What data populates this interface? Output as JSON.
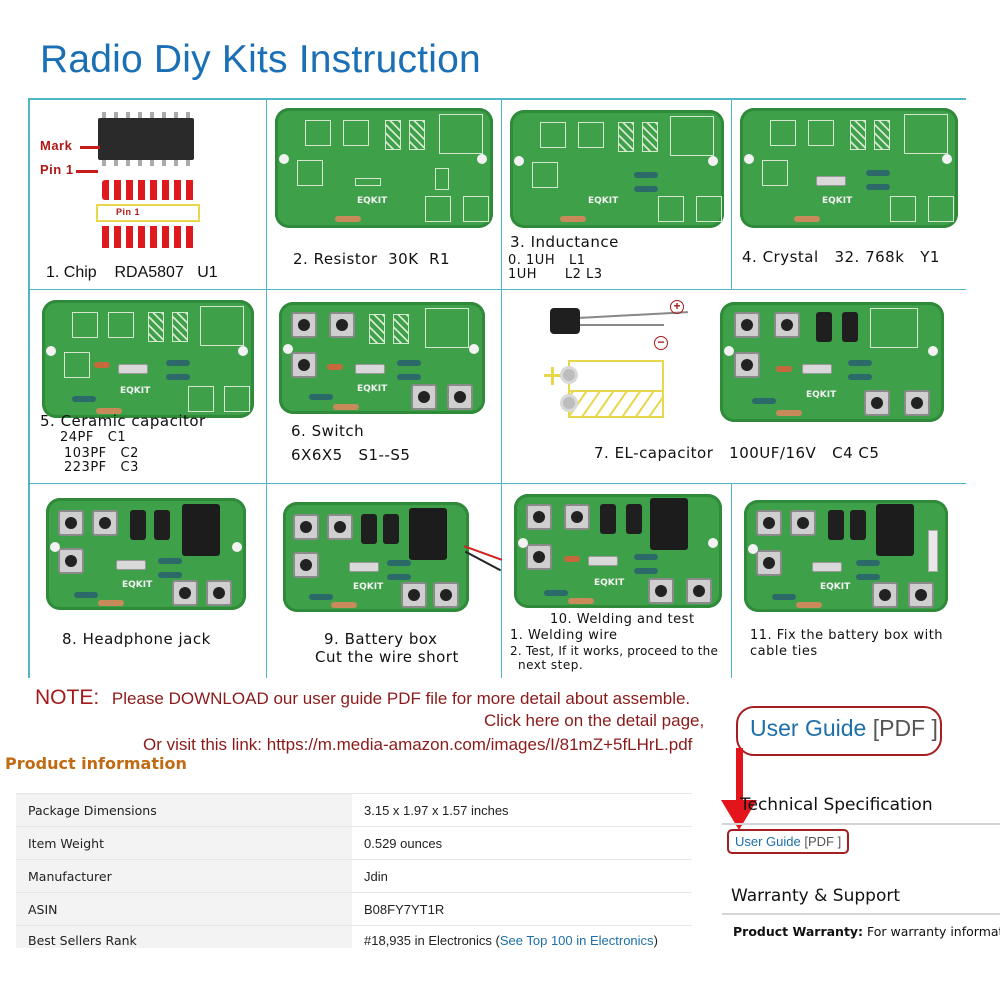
{
  "title": "Radio Diy Kits Instruction",
  "steps": [
    {
      "num": "1",
      "lines": [
        "1. Chip    RDA5807   U1"
      ],
      "annotations": {
        "mark": "Mark",
        "pin1": "Pin 1",
        "pin1_footprint": "Pin 1"
      }
    },
    {
      "num": "2",
      "lines": [
        "2. Resistor  30K  R1"
      ]
    },
    {
      "num": "3",
      "lines": [
        "3. Inductance",
        "0. 1UH   L1",
        "1UH      L2 L3"
      ]
    },
    {
      "num": "4",
      "lines": [
        "4. Crystal   32. 768k   Y1"
      ]
    },
    {
      "num": "5",
      "lines": [
        "5. Ceramic capacitor",
        "24PF   C1",
        "103PF   C2",
        "223PF   C3"
      ]
    },
    {
      "num": "6",
      "lines": [
        "6. Switch",
        "6X6X5   S1--S5"
      ]
    },
    {
      "num": "7",
      "lines": [
        "7. EL-capacitor   100UF/16V   C4 C5"
      ],
      "annotations": {
        "plus": "+",
        "minus": "−"
      }
    },
    {
      "num": "8",
      "lines": [
        "8. Headphone jack"
      ]
    },
    {
      "num": "9",
      "lines": [
        "9. Battery box",
        "Cut the wire short"
      ]
    },
    {
      "num": "10",
      "lines": [
        "10. Welding and test",
        "1. Welding wire",
        "2. Test, If it works, proceed to the",
        "next step."
      ]
    },
    {
      "num": "11",
      "lines": [
        "11. Fix the battery box with",
        "cable ties"
      ]
    }
  ],
  "pcb_logo": "EQKIT",
  "note": {
    "label": "NOTE:",
    "line1": "Please DOWNLOAD our user guide PDF file for more detail about assemble.",
    "line2": "Click here on the detail page,",
    "line3": "Or visit this link: https://m.media-amazon.com/images/I/81mZ+5fLHrL.pdf"
  },
  "product_info": {
    "heading": "Product information",
    "rows": [
      {
        "key": "Package Dimensions",
        "value": "3.15 x 1.97 x 1.57 inches"
      },
      {
        "key": "Item Weight",
        "value": "0.529 ounces"
      },
      {
        "key": "Manufacturer",
        "value": "Jdin"
      },
      {
        "key": "ASIN",
        "value": "B08FY7YT1R"
      },
      {
        "key": "Best Sellers Rank",
        "value": "#18,935 in Electronics (",
        "link": "See Top 100 in Electronics",
        "suffix": ")"
      }
    ]
  },
  "user_guide": {
    "label": "User Guide",
    "suffix": "[PDF ]"
  },
  "technical_spec": "Technical Specification",
  "warranty": {
    "heading": "Warranty & Support",
    "label": "Product Warranty:",
    "text": " For warranty informatio"
  },
  "colors": {
    "title_blue": "#1a6fb5",
    "grid_teal": "#4fb6c4",
    "note_red": "#8b1a1a",
    "product_orange": "#c26a12",
    "link_blue": "#1d6fa8",
    "arrow_red": "#e3151a"
  }
}
